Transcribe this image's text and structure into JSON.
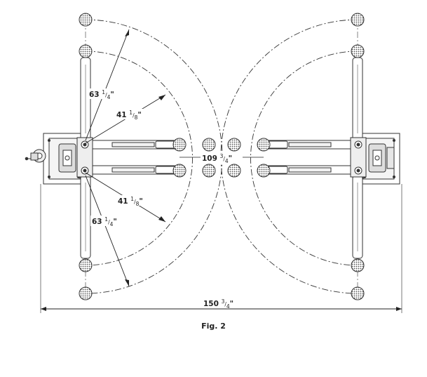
{
  "figure": {
    "caption": "Fig. 2",
    "dimensions": {
      "arm_long_upper": {
        "whole": "63",
        "num": "1",
        "den": "4",
        "unit": "\""
      },
      "arm_short_upper": {
        "whole": "41",
        "num": "1",
        "den": "8",
        "unit": "\""
      },
      "inner_width": {
        "whole": "109",
        "num": "3",
        "den": "4",
        "unit": "\""
      },
      "arm_short_lower": {
        "whole": "41",
        "num": "1",
        "den": "8",
        "unit": "\""
      },
      "arm_long_lower": {
        "whole": "63",
        "num": "1",
        "den": "4",
        "unit": "\""
      },
      "overall_width": {
        "whole": "150",
        "num": "3",
        "den": "4",
        "unit": "\""
      }
    }
  }
}
